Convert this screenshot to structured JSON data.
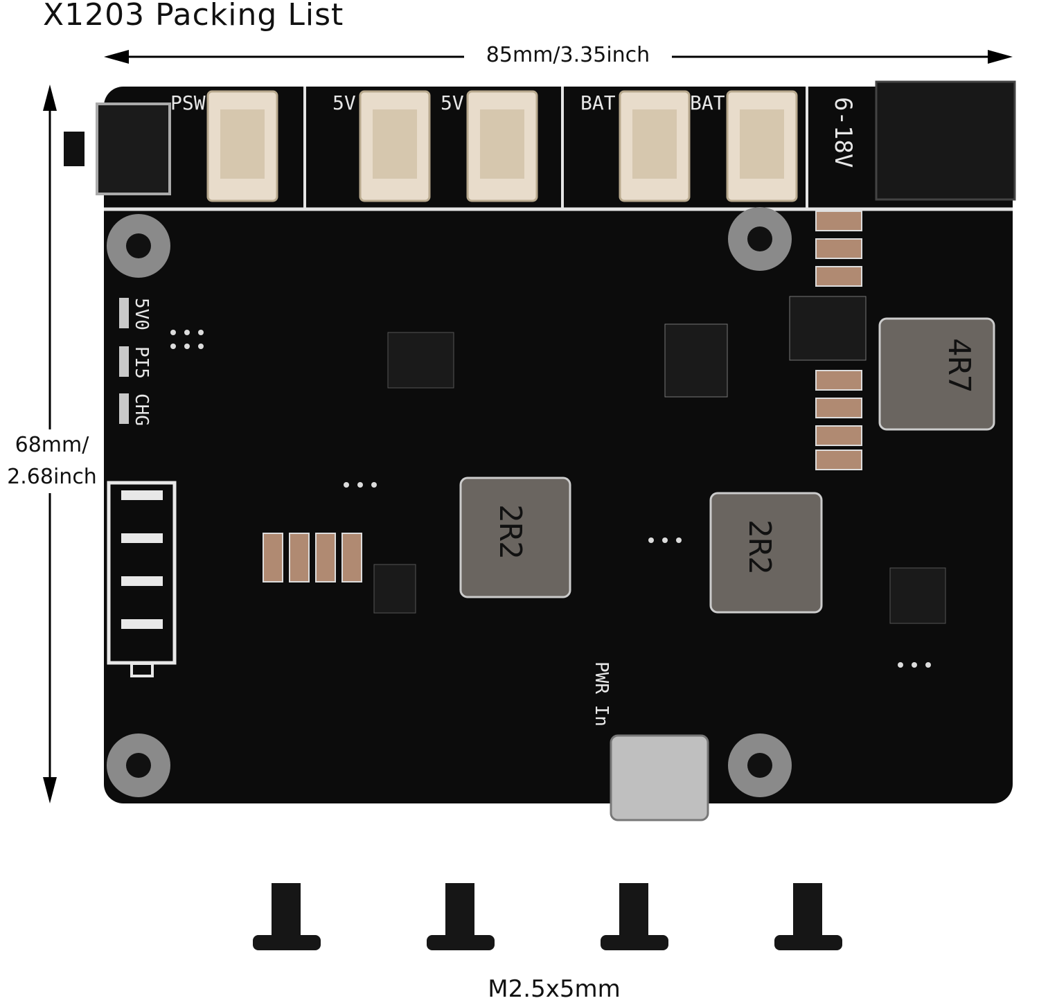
{
  "title": "X1203 Packing List",
  "dimensions": {
    "width_label": "85mm/3.35inch",
    "height_label_line1": "68mm/",
    "height_label_line2": "2.68inch"
  },
  "board": {
    "connector_labels": [
      "PSW",
      "5V",
      "5V",
      "BAT",
      "BAT"
    ],
    "voltage_label": "6-18V",
    "led_labels": [
      "5V0",
      "PI5",
      "CHG"
    ],
    "inductor_labels": [
      "2R2",
      "2R2",
      "4R7"
    ],
    "port_label": "PWR In"
  },
  "screws": {
    "count": 4,
    "label": "M2.5x5mm"
  }
}
